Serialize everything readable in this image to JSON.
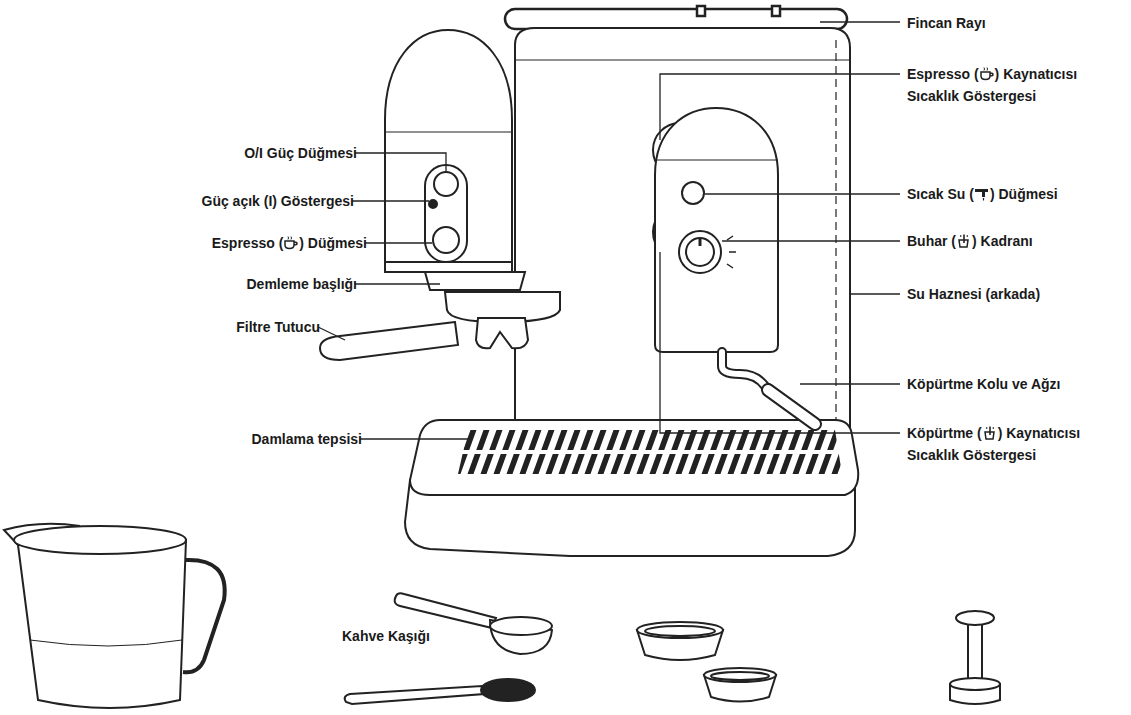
{
  "diagram": {
    "labels": [
      "Fincan Rayı",
      "Espresso (",
      ") Kaynatıcısı Sıcaklık Göstergesi",
      "O/I Güç Düğmesi",
      "Sıcak Su (",
      ") Düğmesi",
      "Güç açık (I) Göstergesi",
      "Buhar (",
      ") Kadranı",
      "Espresso (",
      ") Düğmesi",
      "Demleme başlığı",
      "Su Haznesi (arkada)",
      "Filtre Tutucu",
      "Köpürtme Kolu ve Ağzı",
      "Damlama tepsisi",
      "Köpürtme (",
      ") Kaynatıcısı Sıcaklık Göstergesi",
      "Kahve Kaşığı"
    ]
  }
}
